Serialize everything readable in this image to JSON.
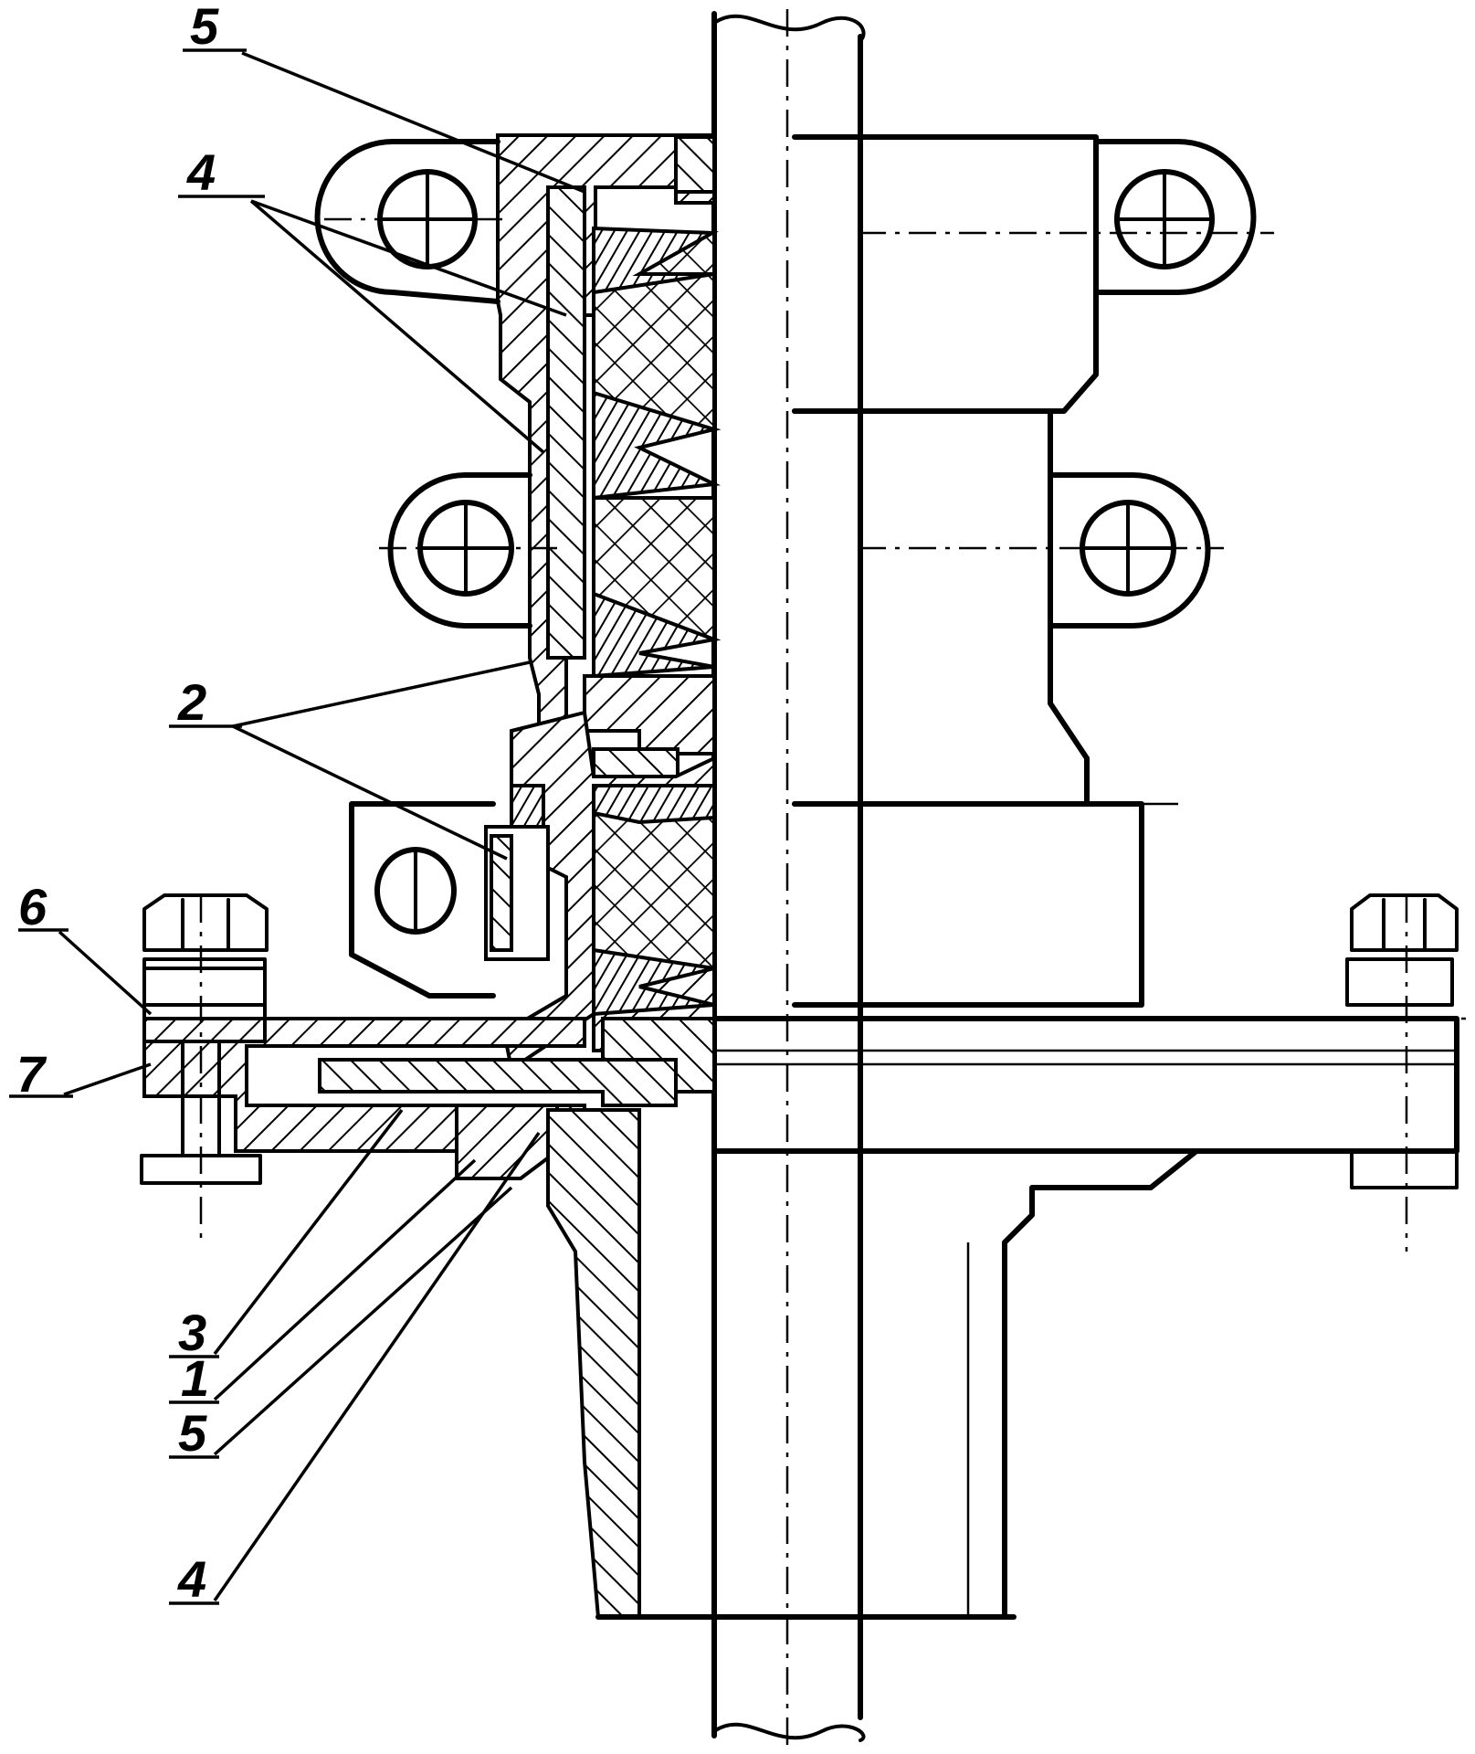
{
  "callouts": [
    {
      "id": "c5_top",
      "text": "5"
    },
    {
      "id": "c4_top",
      "text": "4"
    },
    {
      "id": "c2",
      "text": "2"
    },
    {
      "id": "c6",
      "text": "6"
    },
    {
      "id": "c7",
      "text": "7"
    },
    {
      "id": "c3",
      "text": "3"
    },
    {
      "id": "c1",
      "text": "1"
    },
    {
      "id": "c5_bot",
      "text": "5"
    },
    {
      "id": "c4_bot",
      "text": "4"
    }
  ]
}
